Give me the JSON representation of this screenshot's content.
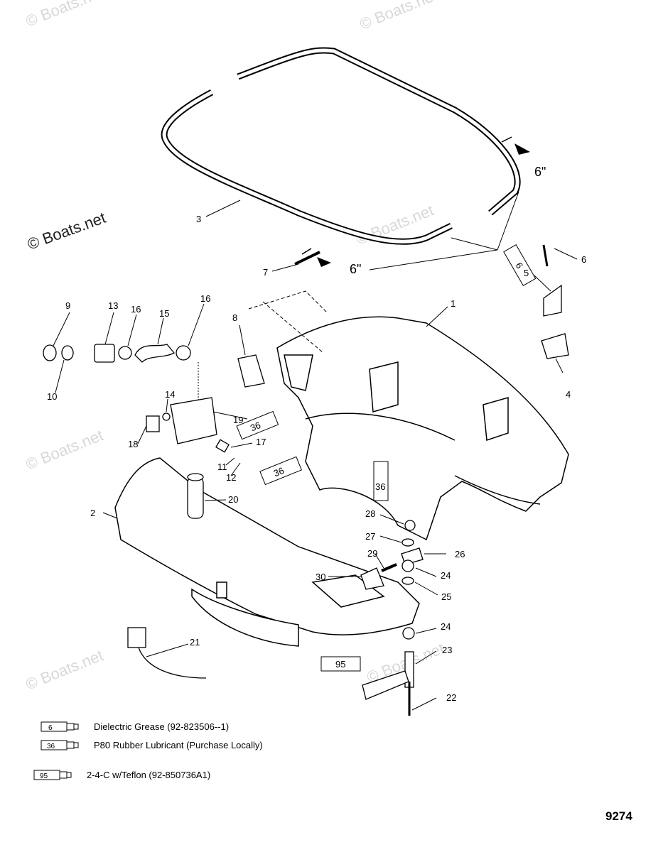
{
  "watermark": {
    "main": "© Boats.net",
    "faint": "© Boats.net"
  },
  "dimension_labels": [
    "6\"",
    "6\""
  ],
  "callouts": [
    "1",
    "2",
    "3",
    "4",
    "5",
    "6",
    "6",
    "7",
    "8",
    "9",
    "10",
    "11",
    "12",
    "13",
    "14",
    "15",
    "16",
    "16",
    "17",
    "18",
    "19",
    "20",
    "21",
    "22",
    "23",
    "24",
    "24",
    "25",
    "26",
    "27",
    "28",
    "29",
    "30"
  ],
  "tube_labels": [
    "6",
    "36",
    "36",
    "36",
    "95"
  ],
  "legend": [
    {
      "code": "6",
      "text": "Dielectric Grease (92-823506--1)"
    },
    {
      "code": "36",
      "text": "P80 Rubber Lubricant (Purchase Locally)"
    },
    {
      "code": "95",
      "text": "2-4-C w/Teflon (92-850736A1)"
    }
  ],
  "figure_number": "9274"
}
